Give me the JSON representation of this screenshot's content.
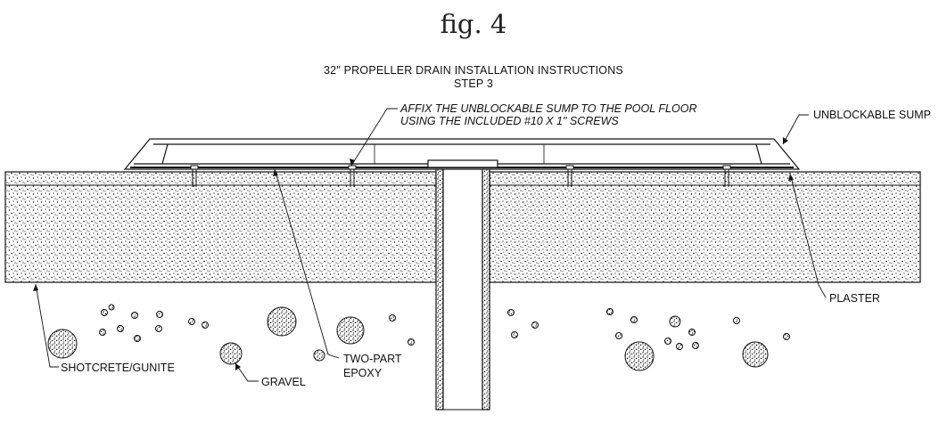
{
  "figure": {
    "title": "fig. 4",
    "heading": "32\" PROPELLER DRAIN INSTALLATION INSTRUCTIONS",
    "step": "STEP 3"
  },
  "callouts": {
    "instruction_line1": "AFFIX THE UNBLOCKABLE SUMP TO THE POOL FLOOR",
    "instruction_line2": "USING THE INCLUDED #10 X 1\" SCREWS",
    "sump": "UNBLOCKABLE SUMP",
    "plaster": "PLASTER",
    "shotcrete": "SHOTCRETE/GUNITE",
    "gravel": "GRAVEL",
    "epoxy_line1": "TWO-PART",
    "epoxy_line2": "EPOXY"
  }
}
